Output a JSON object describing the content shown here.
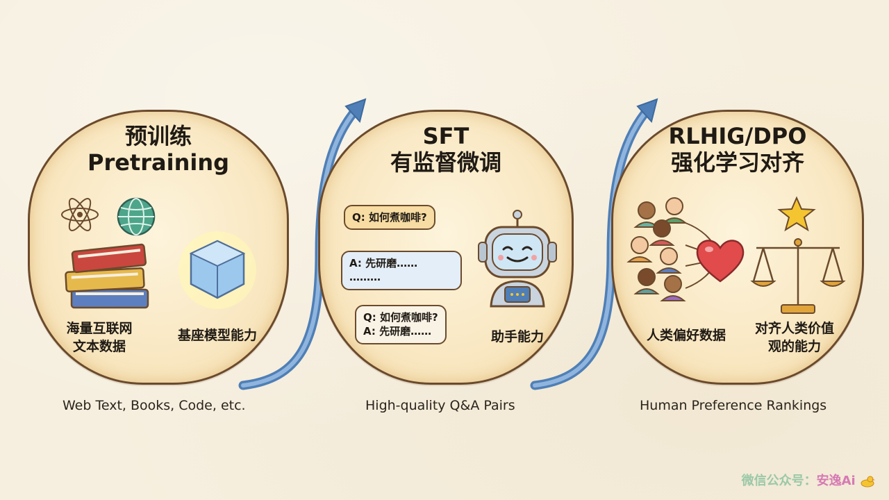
{
  "stages": [
    {
      "title_line_1": "预训练",
      "title_line_2": "Pretraining",
      "left_label": "海量互联网\n文本数据",
      "right_label": "基座模型能力",
      "caption": "Web Text, Books, Code, etc."
    },
    {
      "title_line_1": "SFT",
      "title_line_2": "有监督微调",
      "bubble_q": "Q: 如何煮咖啡?",
      "bubble_a": "A: 先研磨……\n   ………",
      "bubble_qa": "Q: 如何煮咖啡?\nA: 先研磨……",
      "right_label": "助手能力",
      "caption": "High-quality Q&A Pairs"
    },
    {
      "title_line_1": "RLHIG/DPO",
      "title_line_2": "强化学习对齐",
      "left_label": "人类偏好数据",
      "right_label": "对齐人类价值\n观的能力",
      "caption": "Human Preference Rankings"
    }
  ],
  "watermark": {
    "prefix": "微信公众号：",
    "brand": "安逸Ai"
  },
  "colors": {
    "outline": "#6b4a2c",
    "arrow": "#5e8fc4",
    "heart": "#e14b4b",
    "star": "#f5c531",
    "book_red": "#c9473e",
    "book_yellow": "#e6b94c",
    "book_blue": "#5d7fbf",
    "globe": "#4da58a",
    "cube": "#9cc8ee"
  },
  "icons": [
    "atom-icon",
    "globe-icon",
    "books-icon",
    "glowing-cube-icon",
    "robot-icon",
    "people-icon",
    "heart-icon",
    "star-icon",
    "balance-scale-icon",
    "duck-icon"
  ]
}
